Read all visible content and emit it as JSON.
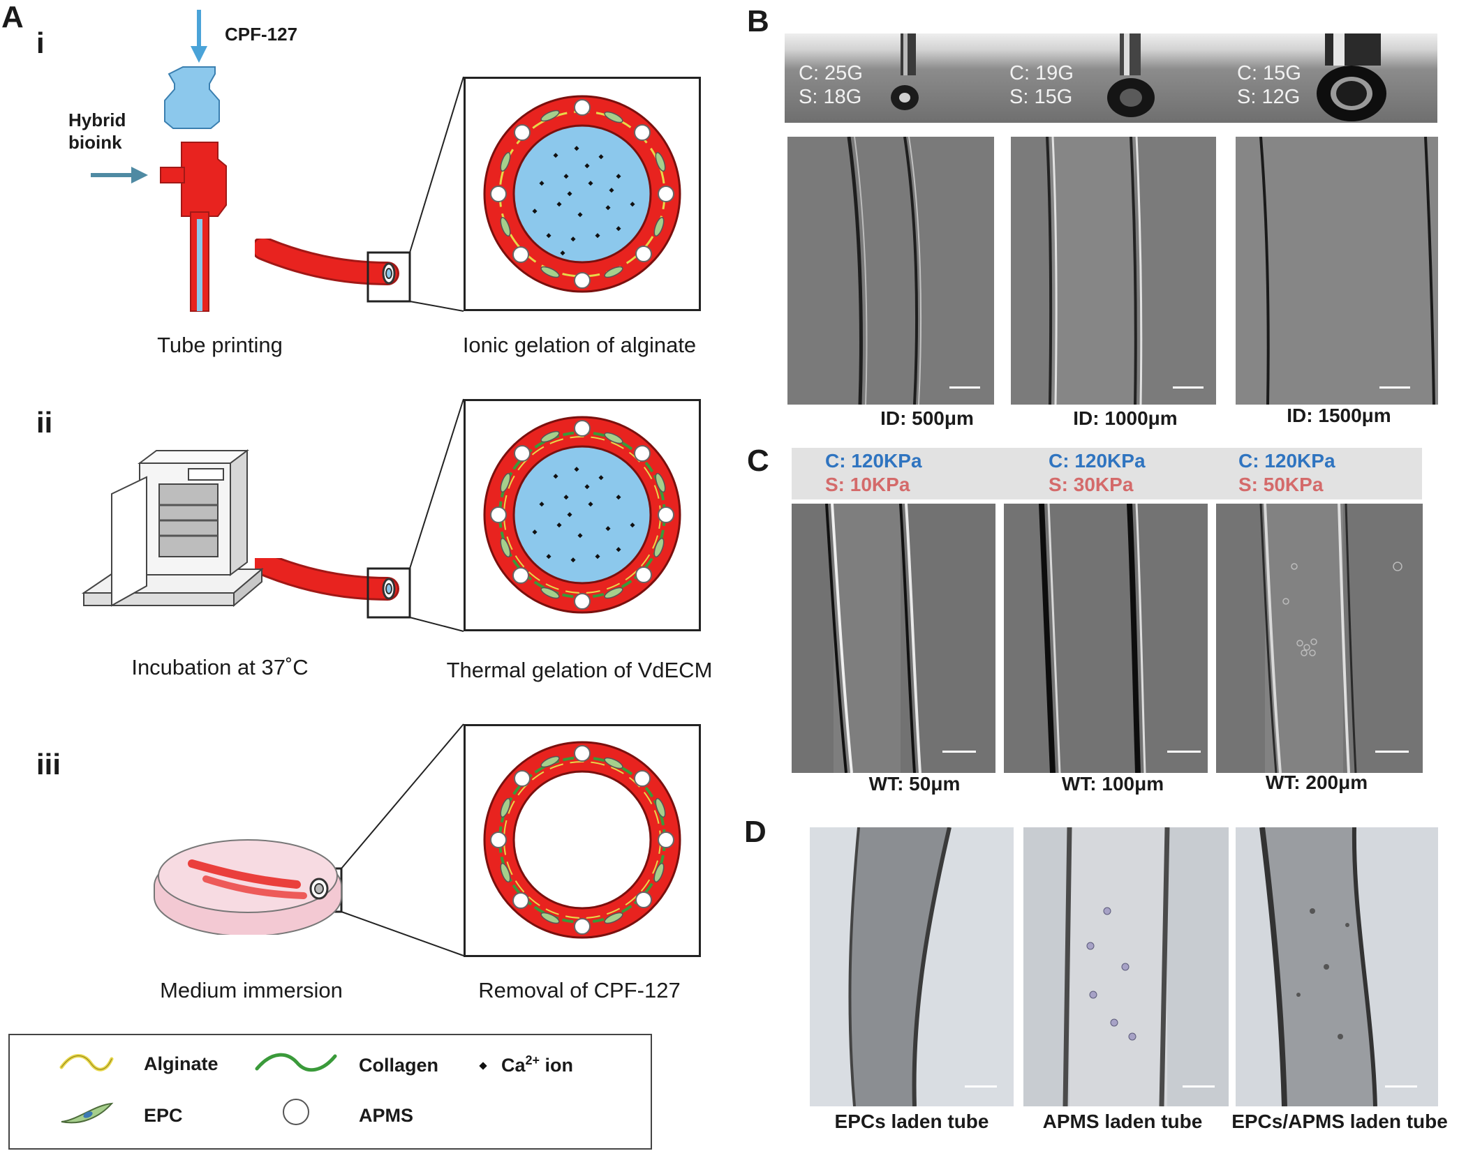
{
  "panels": {
    "A": "A",
    "B": "B",
    "C": "C",
    "D": "D"
  },
  "panel_a": {
    "step_i": "i",
    "step_ii": "ii",
    "step_iii": "iii",
    "cpf_label": "CPF-127",
    "hybrid_label": "Hybrid\nbioink",
    "captions": {
      "tube_printing": "Tube printing",
      "ionic_gelation": "Ionic gelation of alginate",
      "incubation": "Incubation at 37˚C",
      "thermal_gelation": "Thermal gelation of VdECM",
      "medium_immersion": "Medium immersion",
      "removal": "Removal of CPF-127"
    },
    "colors": {
      "hydrogel_red": "#e8231f",
      "core_blue": "#8cc8ec",
      "alginate_yellow": "#e8d84a",
      "collagen_green": "#3a9a3a",
      "epc_green": "#a6cf8c",
      "arrow_blue": "#4aa3d8",
      "arrow_teal": "#4f8aa3"
    }
  },
  "legend": {
    "alginate": "Alginate",
    "collagen": "Collagen",
    "ca_ion_prefix": "Ca",
    "ca_ion_sup": "2+",
    "ca_ion_suffix": " ion",
    "epc": "EPC",
    "apms": "APMS"
  },
  "panel_b": {
    "nozzles": [
      {
        "label": "C: 25G\nS: 18G"
      },
      {
        "label": "C: 19G\nS: 15G"
      },
      {
        "label": "C: 15G\nS: 12G"
      }
    ],
    "images": [
      {
        "label": "ID: 500μm"
      },
      {
        "label": "ID: 1000μm"
      },
      {
        "label": "ID: 1500μm"
      }
    ]
  },
  "panel_c": {
    "core_color": "#2f74c0",
    "shell_color": "#d46a6a",
    "pressures": [
      {
        "core": "C: 120KPa",
        "shell": "S: 10KPa"
      },
      {
        "core": "C: 120KPa",
        "shell": "S: 30KPa"
      },
      {
        "core": "C: 120KPa",
        "shell": "S: 50KPa"
      }
    ],
    "images": [
      {
        "label": "WT: 50μm"
      },
      {
        "label": "WT: 100μm"
      },
      {
        "label": "WT: 200μm"
      }
    ]
  },
  "panel_d": {
    "images": [
      {
        "label": "EPCs laden tube"
      },
      {
        "label": "APMS laden tube"
      },
      {
        "label": "EPCs/APMS laden tube"
      }
    ]
  }
}
